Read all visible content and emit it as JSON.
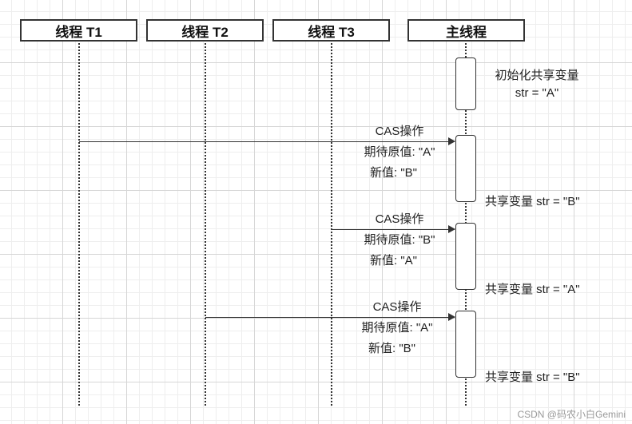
{
  "participants": [
    "线程 T1",
    "线程 T2",
    "线程 T3",
    "主线程"
  ],
  "init_note": {
    "line1": "初始化共享变量",
    "line2": "str = \"A\""
  },
  "messages": [
    {
      "title": "CAS操作",
      "expected": "期待原值: \"A\"",
      "new_value": "新值: \"B\"",
      "result": "共享变量 str = \"B\""
    },
    {
      "title": "CAS操作",
      "expected": "期待原值: \"B\"",
      "new_value": "新值: \"A\"",
      "result": "共享变量 str = \"A\""
    },
    {
      "title": "CAS操作",
      "expected": "期待原值: \"A\"",
      "new_value": "新值: \"B\"",
      "result": "共享变量 str = \"B\""
    }
  ],
  "watermark": "CSDN @码农小白Gemini"
}
